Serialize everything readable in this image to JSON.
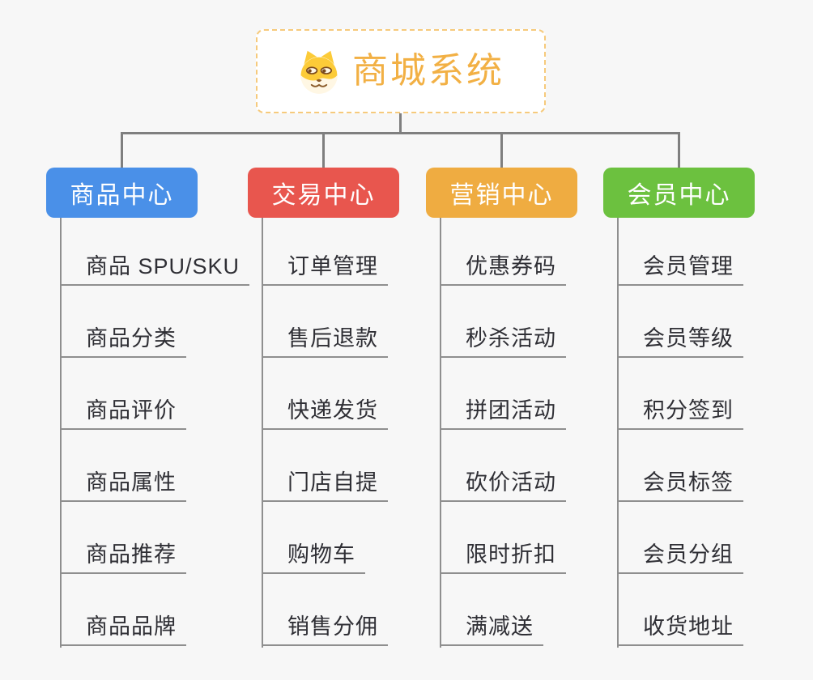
{
  "root": {
    "title": "商城系统",
    "icon": "dog-face-icon"
  },
  "branches": [
    {
      "id": "product-center",
      "label": "商品中心",
      "color": "#4a90e8",
      "children": [
        "商品 SPU/SKU",
        "商品分类",
        "商品评价",
        "商品属性",
        "商品推荐",
        "商品品牌"
      ]
    },
    {
      "id": "trade-center",
      "label": "交易中心",
      "color": "#e8564e",
      "children": [
        "订单管理",
        "售后退款",
        "快递发货",
        "门店自提",
        "购物车",
        "销售分佣"
      ]
    },
    {
      "id": "marketing-center",
      "label": "营销中心",
      "color": "#efac41",
      "children": [
        "优惠券码",
        "秒杀活动",
        "拼团活动",
        "砍价活动",
        "限时折扣",
        "满减送"
      ]
    },
    {
      "id": "member-center",
      "label": "会员中心",
      "color": "#6cc13f",
      "children": [
        "会员管理",
        "会员等级",
        "积分签到",
        "会员标签",
        "会员分组",
        "收货地址"
      ]
    }
  ],
  "colors": {
    "background": "#f7f7f7",
    "connector": "#7f7f7f",
    "leaf_line": "#8f8f8f",
    "leaf_text": "#2f2f35",
    "root_border": "#f6ca7c",
    "root_text": "#f2b044"
  }
}
